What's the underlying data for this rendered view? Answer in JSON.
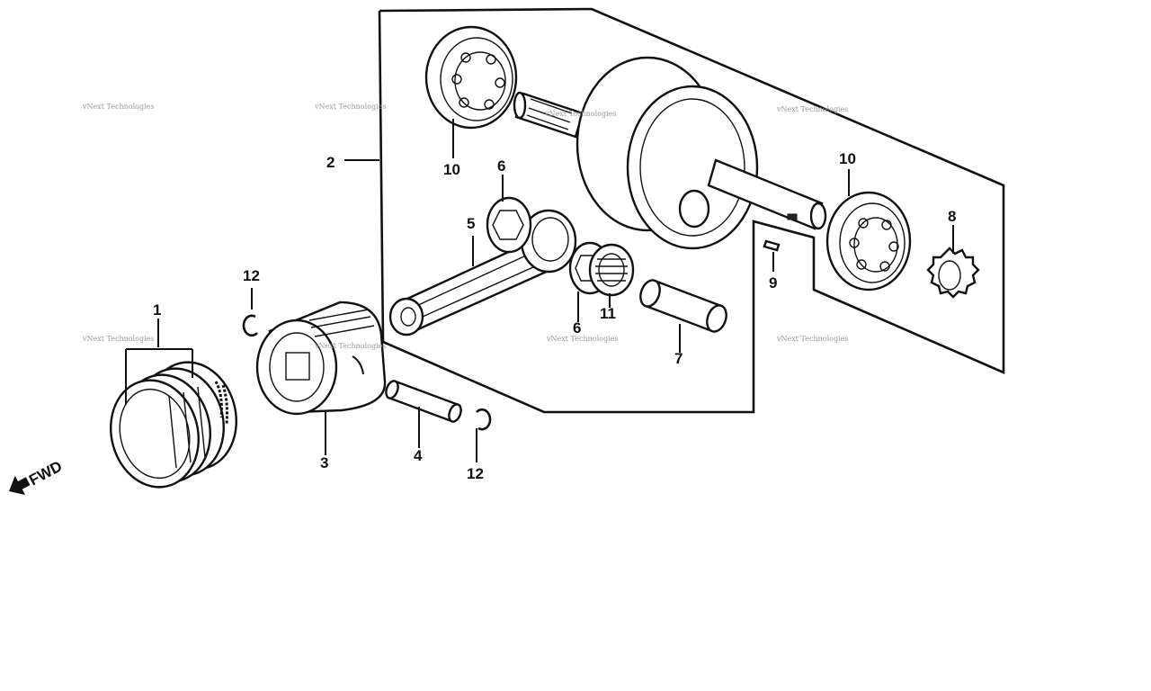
{
  "watermark": "vNext Technologies",
  "fwd_label": "FWD",
  "callouts": {
    "piston_rings": "1",
    "crankshaft": "2",
    "piston": "3",
    "piston_pin": "4",
    "connecting_rod": "5",
    "washer_upper": "6",
    "washer_lower": "6",
    "pin": "7",
    "timing_sprocket": "8",
    "woodruff_key": "9",
    "bearing_left": "10",
    "bearing_right": "10",
    "needle_bearing": "11",
    "clip_upper": "12",
    "clip_lower": "12"
  }
}
